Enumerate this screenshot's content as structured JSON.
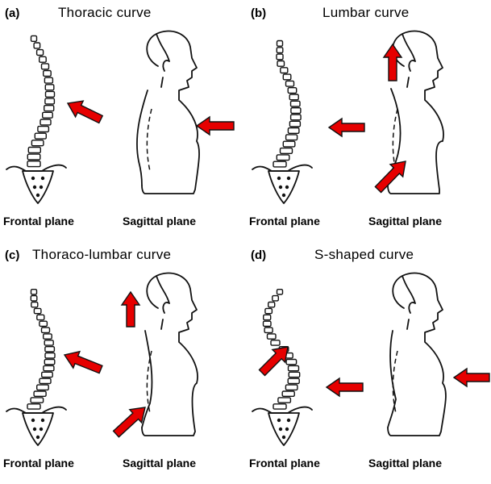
{
  "panels": [
    {
      "letter": "(a)",
      "title": "Thoracic curve",
      "frontal_label": "Frontal plane",
      "sagittal_label": "Sagittal plane"
    },
    {
      "letter": "(b)",
      "title": "Lumbar curve",
      "frontal_label": "Frontal plane",
      "sagittal_label": "Sagittal plane"
    },
    {
      "letter": "(c)",
      "title": "Thoraco-lumbar curve",
      "frontal_label": "Frontal plane",
      "sagittal_label": "Sagittal plane"
    },
    {
      "letter": "(d)",
      "title": "S-shaped curve",
      "frontal_label": "Frontal plane",
      "sagittal_label": "Sagittal plane"
    }
  ],
  "colors": {
    "arrow": "#e60000",
    "outline": "#111111",
    "background": "#ffffff"
  }
}
